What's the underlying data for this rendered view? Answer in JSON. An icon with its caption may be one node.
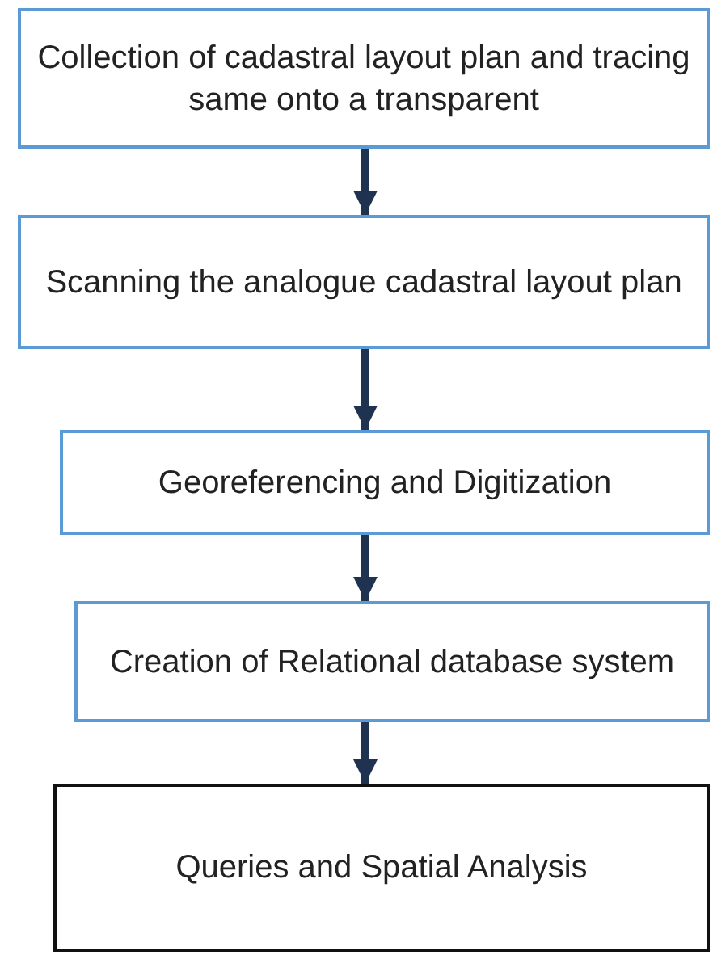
{
  "diagram": {
    "nodes": [
      {
        "text": [
          "Collection of cadastral layout plan and tracing same onto a transparent"
        ]
      },
      {
        "text": [
          "Scanning the analogue cadastral layout plan"
        ]
      },
      {
        "text": [
          "Georeferencing and Digitization"
        ]
      },
      {
        "text": [
          "Creation of Relational database system"
        ]
      },
      {
        "text": [
          "Queries and Spatial Analysis"
        ]
      }
    ],
    "edges": [
      {
        "from": 0,
        "to": 1,
        "arrow": "to"
      },
      {
        "from": 1,
        "to": 2,
        "arrow": "to"
      },
      {
        "from": 2,
        "to": 3,
        "arrow": "to"
      },
      {
        "from": 3,
        "to": 4,
        "arrow": "to"
      }
    ]
  }
}
